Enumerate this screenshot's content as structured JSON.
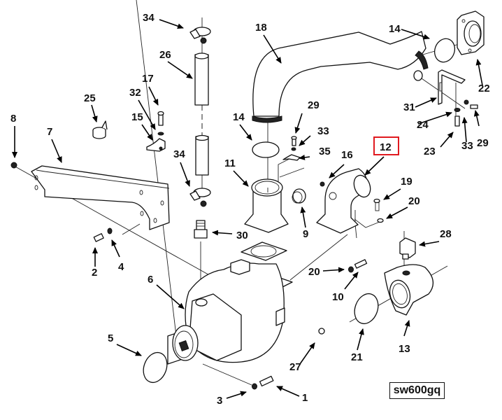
{
  "diagram": {
    "type": "exploded-parts-view",
    "identifier": "sw600gq",
    "highlighted_callout": "12",
    "highlight_color": "#e0191f",
    "callouts": [
      {
        "id": "c34a",
        "label": "34",
        "part": "hose-clamp"
      },
      {
        "id": "c26",
        "label": "26",
        "part": "hose"
      },
      {
        "id": "c18",
        "label": "18",
        "part": "discharge-pipe"
      },
      {
        "id": "c14a",
        "label": "14",
        "part": "o-ring"
      },
      {
        "id": "c22",
        "label": "22",
        "part": "flange"
      },
      {
        "id": "c25",
        "label": "25",
        "part": "clip"
      },
      {
        "id": "c17",
        "label": "17",
        "part": "bolt"
      },
      {
        "id": "c32",
        "label": "32",
        "part": "washer"
      },
      {
        "id": "c15",
        "label": "15",
        "part": "bracket"
      },
      {
        "id": "c8",
        "label": "8",
        "part": "bolt"
      },
      {
        "id": "c7",
        "label": "7",
        "part": "mounting-bracket"
      },
      {
        "id": "c14b",
        "label": "14",
        "part": "o-ring"
      },
      {
        "id": "c29a",
        "label": "29",
        "part": "screw"
      },
      {
        "id": "c33a",
        "label": "33",
        "part": "washer"
      },
      {
        "id": "c35",
        "label": "35",
        "part": "clip"
      },
      {
        "id": "c31",
        "label": "31",
        "part": "support-bracket"
      },
      {
        "id": "c24",
        "label": "24",
        "part": "washer"
      },
      {
        "id": "c33b",
        "label": "33",
        "part": "washer"
      },
      {
        "id": "c29b",
        "label": "29",
        "part": "screw"
      },
      {
        "id": "c23",
        "label": "23",
        "part": "bolt"
      },
      {
        "id": "c12",
        "label": "12",
        "part": "elbow"
      },
      {
        "id": "c16",
        "label": "16",
        "part": "plug"
      },
      {
        "id": "c34b",
        "label": "34",
        "part": "hose-clamp"
      },
      {
        "id": "c11",
        "label": "11",
        "part": "adapter"
      },
      {
        "id": "c19",
        "label": "19",
        "part": "bolt"
      },
      {
        "id": "c20a",
        "label": "20",
        "part": "washer"
      },
      {
        "id": "c9",
        "label": "9",
        "part": "cap"
      },
      {
        "id": "c30",
        "label": "30",
        "part": "fitting"
      },
      {
        "id": "c2",
        "label": "2",
        "part": "bolt"
      },
      {
        "id": "c4",
        "label": "4",
        "part": "washer"
      },
      {
        "id": "c28",
        "label": "28",
        "part": "plug"
      },
      {
        "id": "c20b",
        "label": "20",
        "part": "washer"
      },
      {
        "id": "c10",
        "label": "10",
        "part": "bolt"
      },
      {
        "id": "c6",
        "label": "6",
        "part": "pump"
      },
      {
        "id": "c13",
        "label": "13",
        "part": "inlet-flange"
      },
      {
        "id": "c21",
        "label": "21",
        "part": "o-ring"
      },
      {
        "id": "c5",
        "label": "5",
        "part": "o-ring"
      },
      {
        "id": "c27",
        "label": "27",
        "part": "nut"
      },
      {
        "id": "c3",
        "label": "3",
        "part": "washer"
      },
      {
        "id": "c1",
        "label": "1",
        "part": "bolt"
      }
    ]
  }
}
